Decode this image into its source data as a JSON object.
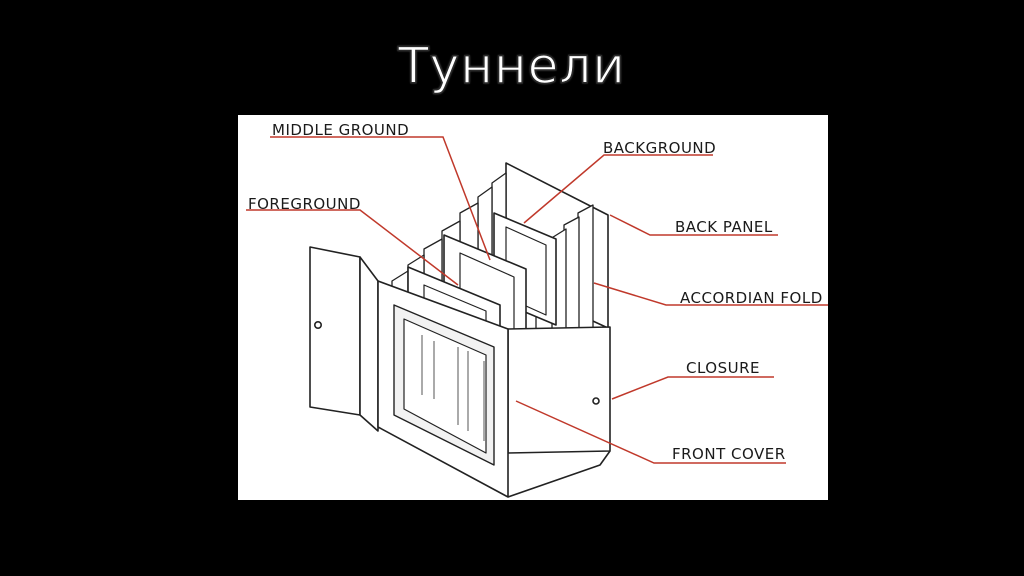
{
  "slide": {
    "title": "Туннели"
  },
  "diagram": {
    "labels": {
      "middle_ground": "MIDDLE GROUND",
      "foreground": "FOREGROUND",
      "background": "BACKGROUND",
      "back_panel": "BACK PANEL",
      "accordian_fold": "ACCORDIAN FOLD",
      "closure": "CLOSURE",
      "front_cover": "FRONT COVER"
    },
    "colors": {
      "leader_line": "#c0392b",
      "ink": "#222222",
      "paper": "#ffffff",
      "slide_background": "#000000"
    }
  }
}
